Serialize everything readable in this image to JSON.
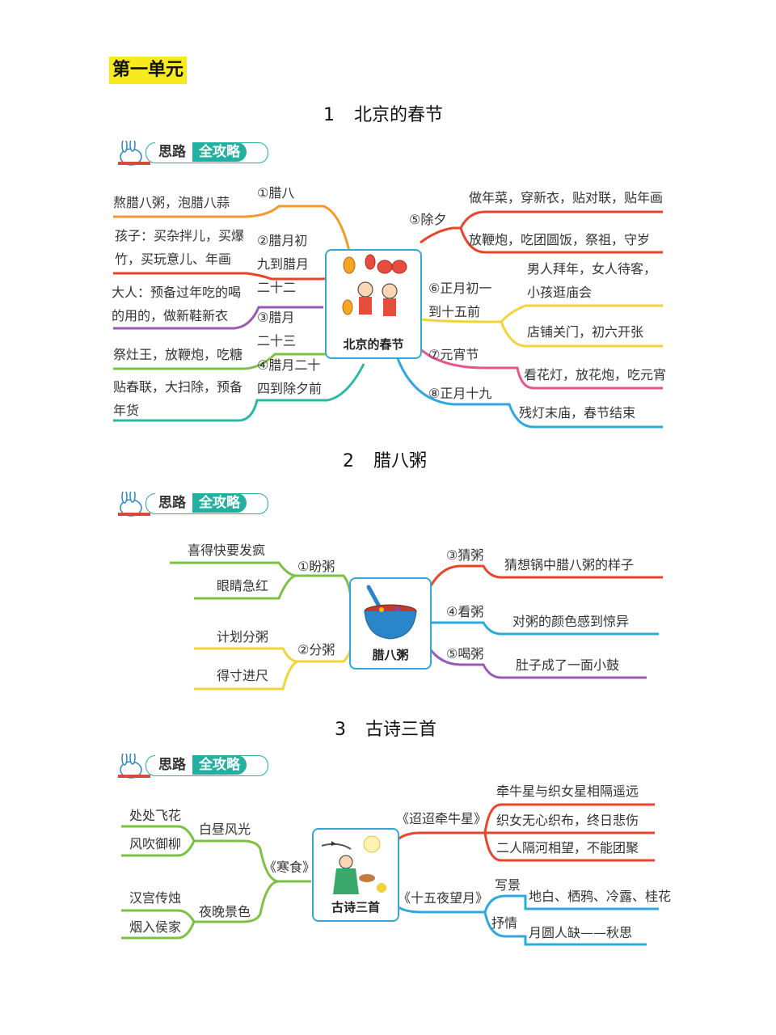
{
  "unit_title": "第一单元",
  "badge": {
    "part1": "思路",
    "part2": "全攻略"
  },
  "lesson1": {
    "number": "1",
    "title": "北京的春节",
    "center": "北京的春节",
    "left": [
      {
        "branch": "①腊八",
        "detail": "熬腊八粥，泡腊八蒜"
      },
      {
        "branch_lines": [
          "②腊月初",
          "九到腊月",
          "二十二"
        ],
        "detail_lines": [
          "孩子：买杂拌儿，买爆",
          "竹，买玩意儿、年画"
        ]
      },
      {
        "branch_lines": [
          "③腊月",
          "二十三"
        ],
        "detail_lines": [
          "大人：预备过年吃的喝",
          "的用的，做新鞋新衣"
        ]
      },
      {
        "branch_lines": [
          "④腊月二十",
          "四到除夕前"
        ],
        "detail": "祭灶王，放鞭炮，吃糖"
      },
      {
        "detail_lines": [
          "贴春联，大扫除，预备",
          "年货"
        ]
      }
    ],
    "right": [
      {
        "branch": "⑤除夕",
        "details": [
          "做年菜，穿新衣，贴对联，贴年画",
          "放鞭炮，吃团圆饭，祭祖，守岁"
        ]
      },
      {
        "branch_lines": [
          "⑥正月初一",
          "到十五前"
        ],
        "details_lines": [
          "男人拜年，女人待客，",
          "小孩逛庙会"
        ],
        "detail2": "店铺关门，初六开张"
      },
      {
        "branch": "⑦元宵节",
        "detail": "看花灯，放花炮，吃元宵"
      },
      {
        "branch": "⑧正月十九",
        "detail": "残灯末庙，春节结束"
      }
    ]
  },
  "lesson2": {
    "number": "2",
    "title": "腊八粥",
    "center": "腊八粥",
    "left": [
      {
        "branch": "①盼粥",
        "details": [
          "喜得快要发疯",
          "眼睛急红"
        ]
      },
      {
        "branch": "②分粥",
        "details": [
          "计划分粥",
          "得寸进尺"
        ]
      }
    ],
    "right": [
      {
        "branch": "③猜粥",
        "detail": "猜想锅中腊八粥的样子"
      },
      {
        "branch": "④看粥",
        "detail": "对粥的颜色感到惊异"
      },
      {
        "branch": "⑤喝粥",
        "detail": "肚子成了一面小鼓"
      }
    ]
  },
  "lesson3": {
    "number": "3",
    "title": "古诗三首",
    "center": "古诗三首",
    "left": {
      "poem": "《寒食》",
      "groups": [
        {
          "branch": "白昼风光",
          "details": [
            "处处飞花",
            "风吹御柳"
          ]
        },
        {
          "branch": "夜晚景色",
          "details": [
            "汉宫传烛",
            "烟入侯家"
          ]
        }
      ]
    },
    "right": [
      {
        "poem": "《迢迢牵牛星》",
        "details": [
          "牵牛星与织女星相隔遥远",
          "织女无心织布，终日悲伤",
          "二人隔河相望，不能团聚"
        ]
      },
      {
        "poem": "《十五夜望月》",
        "groups": [
          {
            "branch": "写景",
            "detail": "地白、栖鸦、冷露、桂花"
          },
          {
            "branch": "抒情",
            "detail": "月圆人缺——秋思"
          }
        ]
      }
    ]
  },
  "colors": {
    "orange": "#f39a2b",
    "purple": "#9b59b6",
    "green": "#7cc242",
    "teal": "#2fb7a6",
    "red": "#e8452c",
    "yellow": "#f2d338",
    "pink": "#e8558e",
    "blue": "#2ea8df",
    "frame": "#35a6d8"
  }
}
